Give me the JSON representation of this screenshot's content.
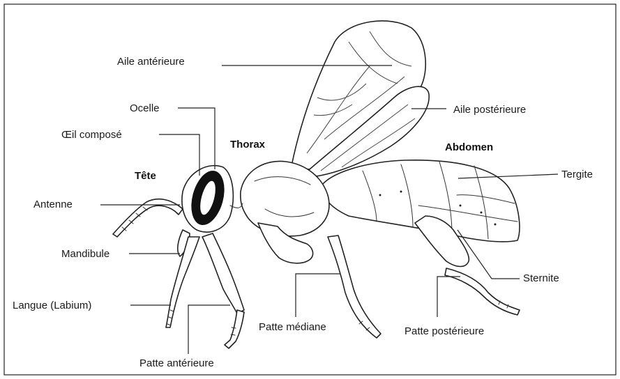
{
  "labels": {
    "aile_anterieure": "Aile antérieure",
    "ocelle": "Ocelle",
    "oeil_compose": "Œil composé",
    "thorax": "Thorax",
    "aile_posterieure": "Aile postérieure",
    "abdomen": "Abdomen",
    "tete": "Tête",
    "tergite": "Tergite",
    "antenne": "Antenne",
    "mandibule": "Mandibule",
    "sternite": "Sternite",
    "langue": "Langue (Labium)",
    "patte_mediane": "Patte médiane",
    "patte_posterieure": "Patte postérieure",
    "patte_anterieure": "Patte antérieure"
  },
  "colors": {
    "ink": "#222222",
    "background": "#ffffff"
  }
}
